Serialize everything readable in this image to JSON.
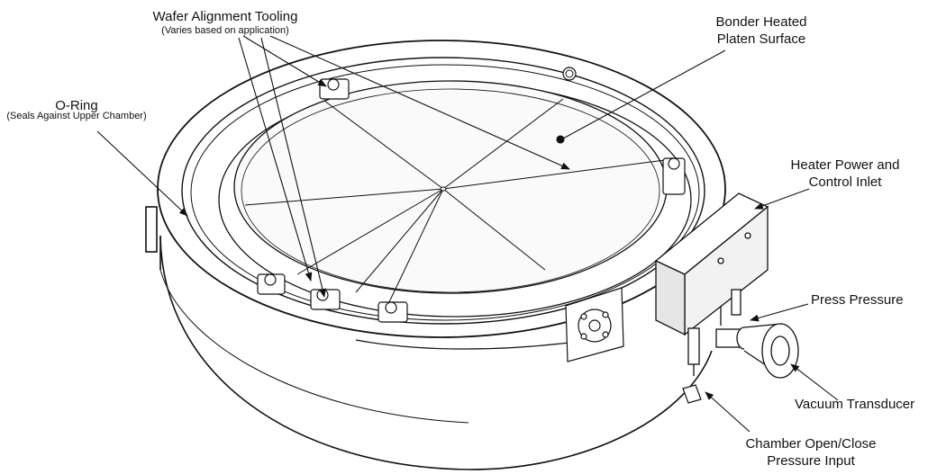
{
  "diagram": {
    "labels": {
      "wafer_tooling": "Wafer Alignment Tooling",
      "wafer_tooling_note": "(Varies based on application)",
      "oring": "O-Ring",
      "oring_note": "(Seals Against Upper Chamber)",
      "platen_line1": "Bonder Heated",
      "platen_line2": "Platen Surface",
      "heater_line1": "Heater Power and",
      "heater_line2": "Control Inlet",
      "press_pressure": "Press Pressure",
      "vacuum_transducer": "Vacuum Transducer",
      "chamber_line1": "Chamber Open/Close",
      "chamber_line2": "Pressure Input"
    },
    "colors": {
      "line": "#111111",
      "body": "#ffffff",
      "shade": "#e6e6e6"
    }
  }
}
